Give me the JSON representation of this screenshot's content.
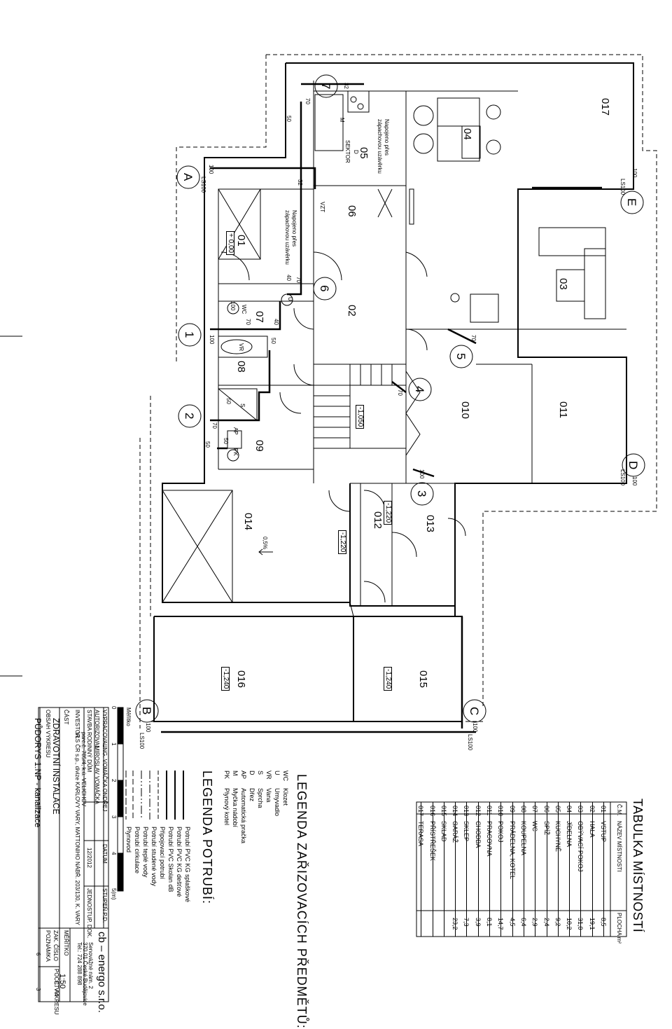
{
  "rooms": [
    {
      "no": "01",
      "label": "01"
    },
    {
      "no": "02",
      "label": "02"
    },
    {
      "no": "03",
      "label": "03"
    },
    {
      "no": "04",
      "label": "04"
    },
    {
      "no": "05",
      "label": "05"
    },
    {
      "no": "06",
      "label": "06"
    },
    {
      "no": "07",
      "label": "07"
    },
    {
      "no": "08",
      "label": "08"
    },
    {
      "no": "09",
      "label": "09"
    },
    {
      "no": "010",
      "label": "010"
    },
    {
      "no": "011",
      "label": "011"
    },
    {
      "no": "012",
      "label": "012"
    },
    {
      "no": "013",
      "label": "013"
    },
    {
      "no": "014",
      "label": "014"
    },
    {
      "no": "015",
      "label": "015"
    },
    {
      "no": "016",
      "label": "016"
    },
    {
      "no": "017",
      "label": "017"
    }
  ],
  "levels": {
    "l01": "+ 0,00",
    "l_stair": "-1,050",
    "l012a": "-1,220",
    "l012b": "-1,220",
    "l015": "-1,240",
    "l016": "-1,240"
  },
  "notes": {
    "napojeno1": "Napojeno přes",
    "zapach1": "zápachovou uzávěrku",
    "napojeno2": "Napojeno přes",
    "zapach2": "zápachovou uzávěrku",
    "sektor": "SEKTOR",
    "d": "D",
    "m": "M",
    "vzt": "VZT",
    "slope": "0,5%",
    "wc": "WC",
    "vr": "VR",
    "u": "U",
    "s": "S",
    "ap": "AP",
    "pk": "PK"
  },
  "dims": {
    "d70a": "70",
    "d32a": "32",
    "d50a": "50",
    "d32b": "32",
    "d100a": "100",
    "ls100a": "LS100",
    "d70b": "70",
    "d40": "40",
    "d100b": "100",
    "d70c": "70",
    "d40b": "40",
    "d50b": "50",
    "d100c": "100",
    "d50c": "50",
    "d70d": "70",
    "d50d": "50",
    "d50e": "50",
    "d70e": "70",
    "d70f": "70",
    "d100d": "100",
    "d100e": "100",
    "ls100e": "LS100",
    "d100f": "100",
    "ls100d": "LS100",
    "d100g": "100",
    "ls100b": "LS100",
    "d100h": "100",
    "ls100c": "LS100"
  },
  "bubbles": {
    "b1": "1",
    "b2": "2",
    "b3": "3",
    "b4": "4",
    "b5": "5",
    "b6": "6",
    "b7": "7",
    "bA": "A",
    "bB": "B",
    "bC": "C",
    "bD": "D",
    "bE": "E"
  },
  "room_table": {
    "title": "TABULKA MÍSTNOSTÍ",
    "headers": {
      "no": "Č.M.",
      "name": "NÁZEV MÍSTNOSTI",
      "area": "PLOCHA m²"
    },
    "rows": [
      {
        "no": "01",
        "name": "VSTUP",
        "area": "8,5"
      },
      {
        "no": "02",
        "name": "HALA",
        "area": "19,1"
      },
      {
        "no": "03",
        "name": "OBÝVACÍ POKOJ",
        "area": "31,0"
      },
      {
        "no": "04",
        "name": "JÍDELNA",
        "area": "10,2"
      },
      {
        "no": "05",
        "name": "KUCHYNĚ",
        "area": "9,2"
      },
      {
        "no": "06",
        "name": "SPÍŽ",
        "area": "2,4"
      },
      {
        "no": "07",
        "name": "WC",
        "area": "2,9"
      },
      {
        "no": "08",
        "name": "KOUPELNA",
        "area": "6,4"
      },
      {
        "no": "09",
        "name": "PRÁDELNA, KOTEL",
        "area": "4,5"
      },
      {
        "no": "010",
        "name": "POKOJ",
        "area": "14,7"
      },
      {
        "no": "011",
        "name": "PRACOVNA",
        "area": "8,1"
      },
      {
        "no": "012",
        "name": "CHODBA",
        "area": "3,9"
      },
      {
        "no": "013",
        "name": "SKLEP",
        "area": "7,3"
      },
      {
        "no": "014",
        "name": "GARÁŽ",
        "area": "23,2"
      },
      {
        "no": "015",
        "name": "SKLAD",
        "area": ""
      },
      {
        "no": "016",
        "name": "PŘÍSTŘEŠEK",
        "area": ""
      },
      {
        "no": "017",
        "name": "TERASA",
        "area": ""
      }
    ]
  },
  "legend_fixtures": {
    "title": "LEGENDA ZAŘIZOVACÍCH PŘEDMĚTŮ:",
    "items": [
      {
        "code": "WC",
        "name": "Klozet"
      },
      {
        "code": "U",
        "name": "Umyvadlo"
      },
      {
        "code": "VR",
        "name": "Vana"
      },
      {
        "code": "S",
        "name": "Sprcha"
      },
      {
        "code": "D",
        "name": "Dřez"
      },
      {
        "code": "AP",
        "name": "Automatická pračka"
      },
      {
        "code": "M",
        "name": "Myčka nádobí"
      },
      {
        "code": "PK",
        "name": "Plynový kotel"
      }
    ]
  },
  "legend_pipes": {
    "title": "LEGENDA POTRUBÍ:",
    "items": [
      {
        "name": "Potrubí PVC KG splaškové"
      },
      {
        "name": "Potrubí PVC KG dešťové"
      },
      {
        "name": "Potrubí PVC Skolan dB"
      },
      {
        "name": "Připojovací potrubí"
      },
      {
        "name": "Potrubí studené vody"
      },
      {
        "name": "Potrubí teplé vody"
      },
      {
        "name": "Potrubí cirkulace"
      },
      {
        "name": "Plynovod"
      }
    ]
  },
  "scale_bar": {
    "title": "Měřítko",
    "ticks": [
      "0",
      "1",
      "2",
      "3",
      "4",
      "5(m)"
    ]
  },
  "stamp": {
    "vypracoval_l": "VYPRACOVAL",
    "vypracoval_v": "ING. VOMÁČKA ONDŘEJ",
    "autorizoval_l": "AUTORIZOVAL",
    "autorizoval_v": "MIROSLAV VOMÁČKA",
    "stavba_l": "STAVBA",
    "stavba_v": "RODINNÝ DŮM",
    "parc": "parc.č. 785/4, k.ú. VELICHOV",
    "investor_l": "INVESTOR",
    "investor_v": "VLS ČR s.p., divize KARLOVY VARY, MATTONIHO NÁBŘ. 203/130, K. VARY",
    "cast_l": "ČÁST",
    "cast_v": "ZDRAVOTNÍ INSTALACE",
    "obsah_l": "OBSAH VÝKRESU",
    "obsah_v": "PŮDORYS 1.NP - kanalizace",
    "datum_l": "DATUM",
    "datum_v": "12/2012",
    "stupen_l": "STUPEŇ P.D.",
    "stupen_v": "JEDNOSTUP. DOK.",
    "firm": "cb – energo s.r.o.",
    "addr1": "Senovážné nám. 2",
    "addr2": "370 01 České Budějovice",
    "tel": "Tel.: 724 288 898",
    "meritko_l": "MĚŘÍTKO",
    "meritko_v": "1:50",
    "zak_l": "ZAK. ČÍSLO",
    "zak_v": "",
    "pozn_l": "POZNÁMKA",
    "pozn_v": "",
    "pocet_l": "POČET A4",
    "pocet_v": "6",
    "cvyk_l": "Č. VÝKRESU",
    "cvyk_v": "3"
  }
}
